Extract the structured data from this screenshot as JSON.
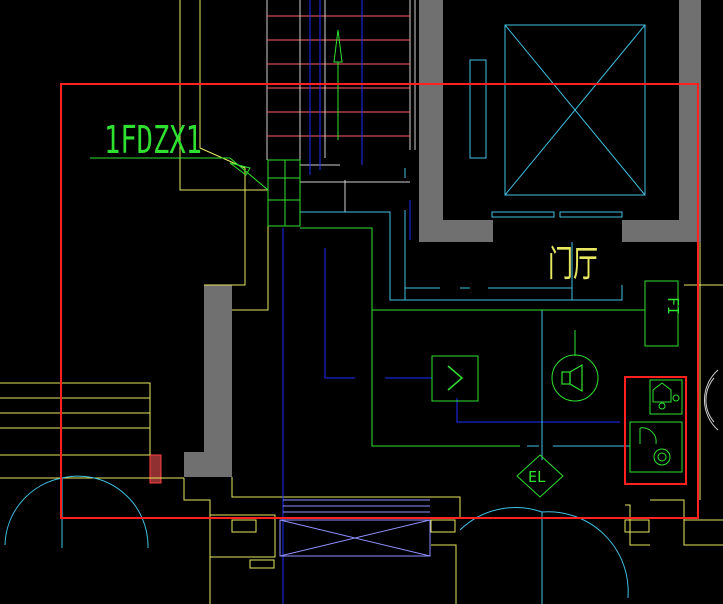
{
  "drawing": {
    "panel_tag": "1FDZX1",
    "hall_label": "门厅",
    "fire_device_label": "FI",
    "elevator_symbol_label": "EL"
  },
  "colors": {
    "background": "#000000",
    "wall_fill": "#707070",
    "selection": "#ff2020",
    "cad_yellow": "#e8e860",
    "cad_cyan": "#40c0e0",
    "cad_blue": "#2030ff",
    "cad_green": "#30e030",
    "cad_white": "#d0d0d0",
    "cad_red": "#ff6060",
    "cad_purple": "#9090ff"
  }
}
